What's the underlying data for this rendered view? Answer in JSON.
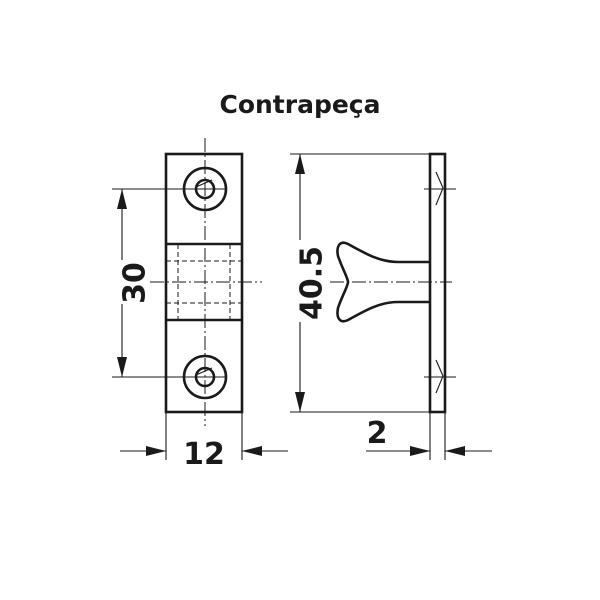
{
  "title": "Contrapeça",
  "dimensions": {
    "hole_spacing": "30",
    "width": "12",
    "height": "40.5",
    "thickness": "2"
  },
  "colors": {
    "line": "#1a1a1a",
    "background": "#ffffff"
  }
}
